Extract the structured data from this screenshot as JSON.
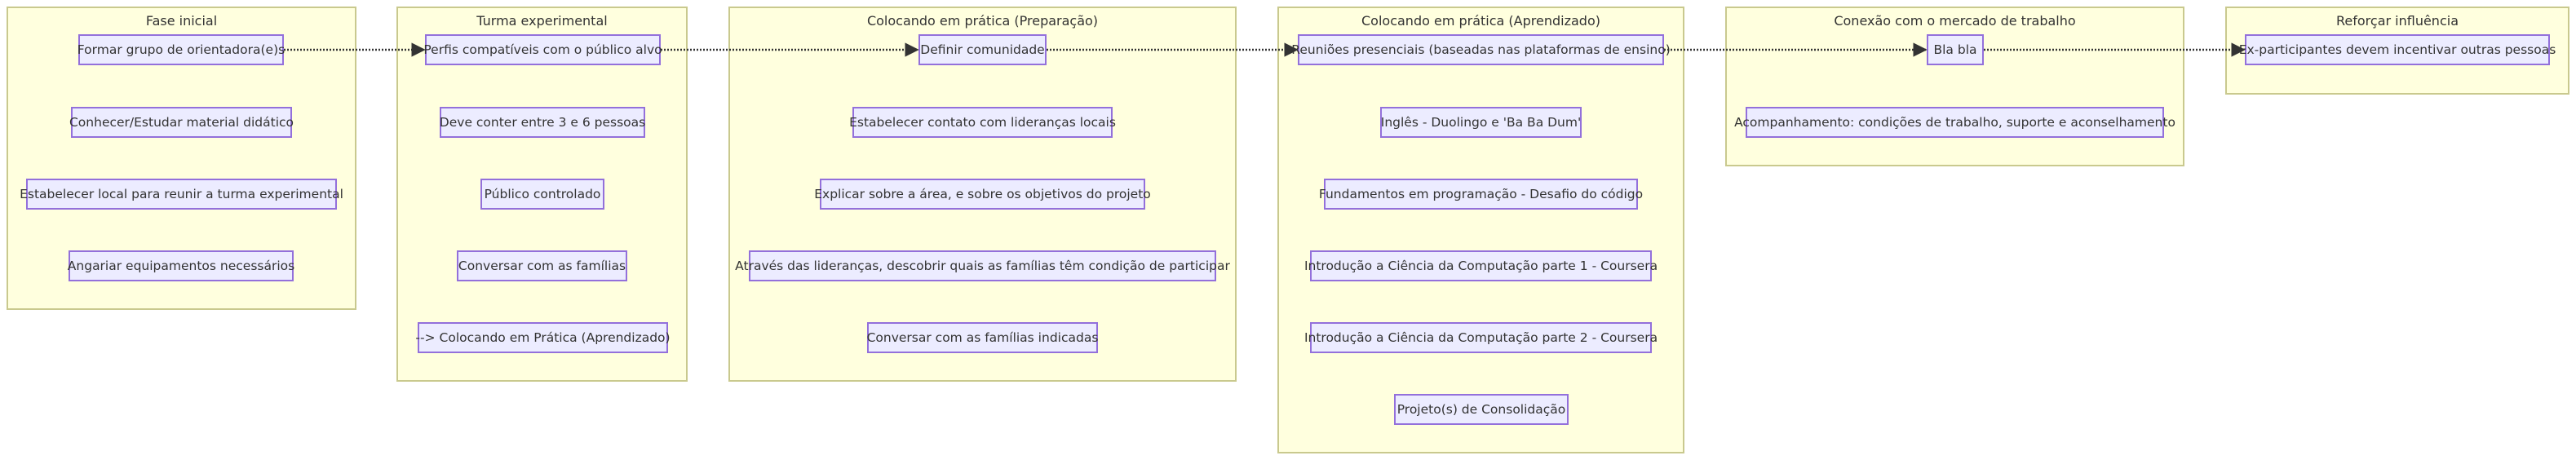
{
  "clusters": [
    {
      "title": "Fase inicial",
      "nodes": [
        "Formar grupo de orientadora(e)s",
        "Conhecer/Estudar material didático",
        "Estabelecer local para reunir a turma experimental",
        "Angariar equipamentos necessários"
      ]
    },
    {
      "title": "Turma experimental",
      "nodes": [
        "Perfis compatíveis com o público alvo",
        "Deve conter entre 3 e 6 pessoas",
        "Público controlado",
        "Conversar com as famílias",
        "--> Colocando em Prática (Aprendizado)"
      ]
    },
    {
      "title": "Colocando em prática (Preparação)",
      "nodes": [
        "Definir comunidade",
        "Estabelecer contato com lideranças locais",
        "Explicar sobre a área, e sobre os objetivos do projeto",
        "Através das lideranças, descobrir quais as famílias têm condição de participar",
        "Conversar com as famílias indicadas"
      ]
    },
    {
      "title": "Colocando em prática (Aprendizado)",
      "nodes": [
        "Reuniões presenciais (baseadas nas plataformas de ensino)",
        "Inglês - Duolingo e 'Ba Ba Dum'",
        "Fundamentos em programação - Desafio do código",
        "Introdução a Ciência da Computação parte 1 - Coursera",
        "Introdução a Ciência da Computação parte 2 - Coursera",
        "Projeto(s) de Consolidação"
      ]
    },
    {
      "title": "Conexão com o mercado de trabalho",
      "nodes": [
        "Bla bla",
        "Acompanhamento: condições de trabalho, suporte e aconselhamento"
      ]
    },
    {
      "title": "Reforçar influência",
      "nodes": [
        "Ex-participantes devem incentivar outras pessoas"
      ]
    }
  ],
  "edges": [
    {
      "from": [
        0,
        0
      ],
      "to": [
        1,
        0
      ]
    },
    {
      "from": [
        1,
        0
      ],
      "to": [
        2,
        0
      ]
    },
    {
      "from": [
        2,
        0
      ],
      "to": [
        3,
        0
      ]
    },
    {
      "from": [
        3,
        0
      ],
      "to": [
        4,
        0
      ]
    },
    {
      "from": [
        4,
        0
      ],
      "to": [
        5,
        0
      ]
    }
  ],
  "colors": {
    "cluster_fill": "#ffffde",
    "cluster_border": "#c9c98e",
    "node_fill": "#ececff",
    "node_border": "#9370db",
    "edge": "#333333"
  }
}
